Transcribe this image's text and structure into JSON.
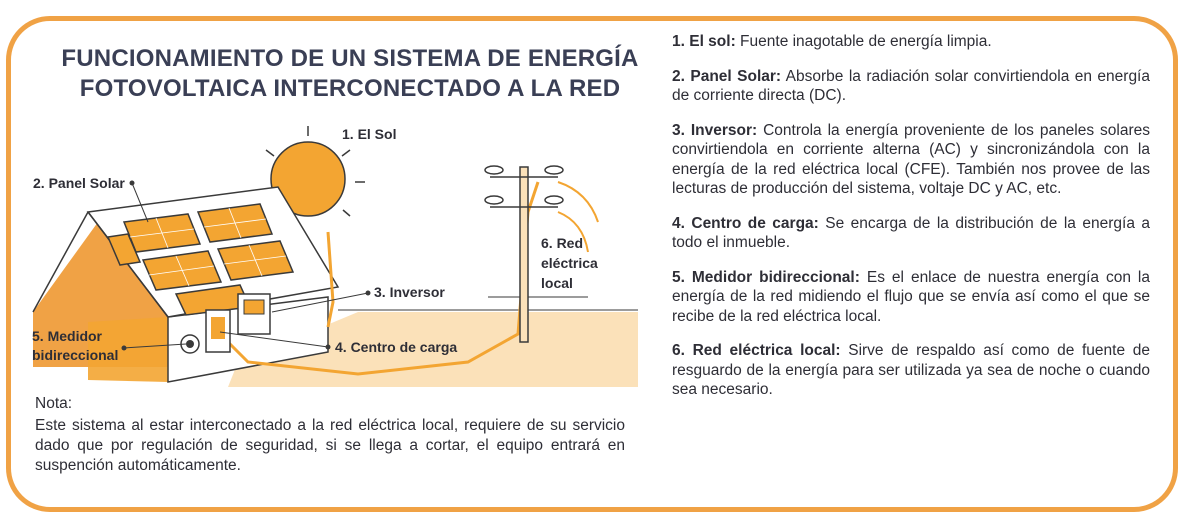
{
  "title": {
    "line1": "FUNCIONAMIENTO DE UN SISTEMA DE ENERGÍA",
    "line2": "FOTOVOLTAICA INTERCONECTADO A LA RED"
  },
  "diagram_labels": {
    "sun": "1. El Sol",
    "panel": "2. Panel Solar",
    "inverter": "3. Inversor",
    "load_center": "4. Centro de carga",
    "meter_line1": "5. Medidor",
    "meter_line2": "bidireccional",
    "grid_line1": "6. Red",
    "grid_line2": "eléctrica",
    "grid_line3": "local"
  },
  "note": {
    "heading": "Nota:",
    "body": "Este sistema al estar interconectado a la red eléctrica local, requiere de su servicio dado que por regulación de seguridad, si se llega a cortar, el equipo entrará en suspención automáticamente."
  },
  "items": [
    {
      "term": "1. El sol:",
      "text": " Fuente inagotable de energía limpia."
    },
    {
      "term": "2. Panel Solar:",
      "text": " Absorbe la radiación solar convirtiendola en energía de corriente directa (DC)."
    },
    {
      "term": "3. Inversor:",
      "text": " Controla la energía proveniente de los paneles solares convirtiendola en corriente alterna (AC) y sincronizándola con la energía de la red eléctrica local (CFE). También nos provee de las lecturas de producción del sistema, voltaje DC y  AC, etc."
    },
    {
      "term": "4. Centro de carga:",
      "text": " Se encarga de la distribución de la energía a todo el inmueble."
    },
    {
      "term": "5. Medidor bidireccional:",
      "text": " Es el enlace de nuestra energía con la energía de la red midiendo el flujo que se envía así como el que se recibe de la red eléctrica local."
    },
    {
      "term": "6. Red eléctrica local:",
      "text": " Sirve de respaldo así como de fuente de resguardo de la energía para ser utilizada ya sea de noche o cuando sea necesario."
    }
  ],
  "colors": {
    "accent": "#f0a245",
    "ground": "#fbe1b9",
    "text": "#2e2e36",
    "title": "#3a3f55"
  }
}
